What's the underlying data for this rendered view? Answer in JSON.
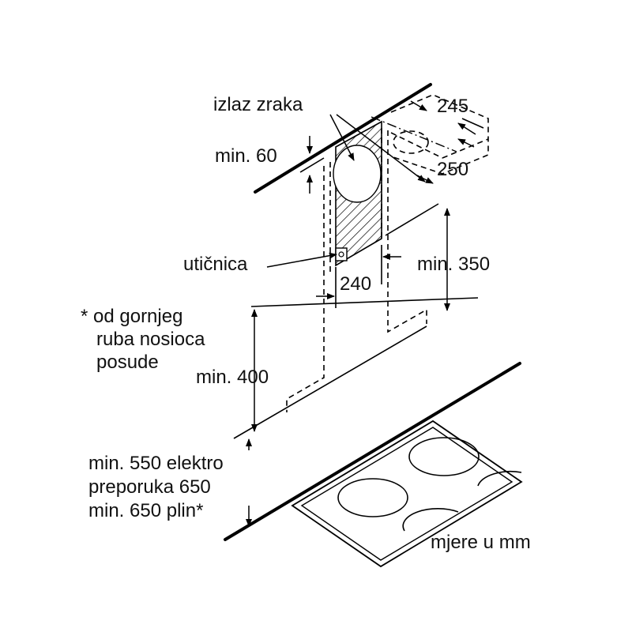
{
  "labels": {
    "air_outlet": "izlaz zraka",
    "min_60": "min. 60",
    "dim_245": "245",
    "dim_250": "250",
    "socket": "utičnica",
    "dim_240": "240",
    "min_350": "min. 350",
    "footnote_line1": "* od gornjeg",
    "footnote_line2": "ruba nosioca",
    "footnote_line3": "posude",
    "min_400": "min. 400",
    "min_550": "min. 550 elektro",
    "recommended_650": "preporuka 650",
    "min_650_gas": "min. 650 plin*",
    "units": "mjere u mm"
  }
}
